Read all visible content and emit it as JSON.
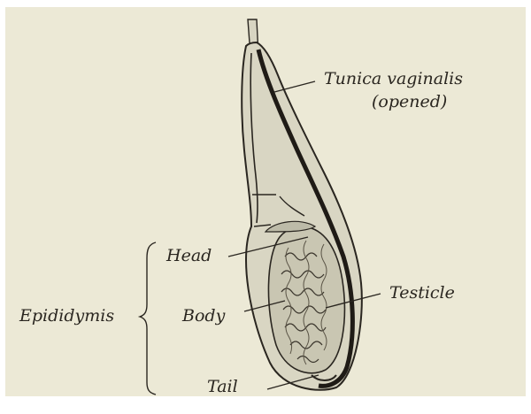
{
  "labels": {
    "tunica_vaginalis": "Tunica vaginalis",
    "tunica_opened": "(opened)",
    "head": "Head",
    "body": "Body",
    "tail": "Tail",
    "testicle": "Testicle",
    "epididymis": "Epididymis"
  },
  "colors": {
    "background": "#ece9d6",
    "ink": "#2a2620",
    "tissue_shade": "#bdbba8"
  }
}
